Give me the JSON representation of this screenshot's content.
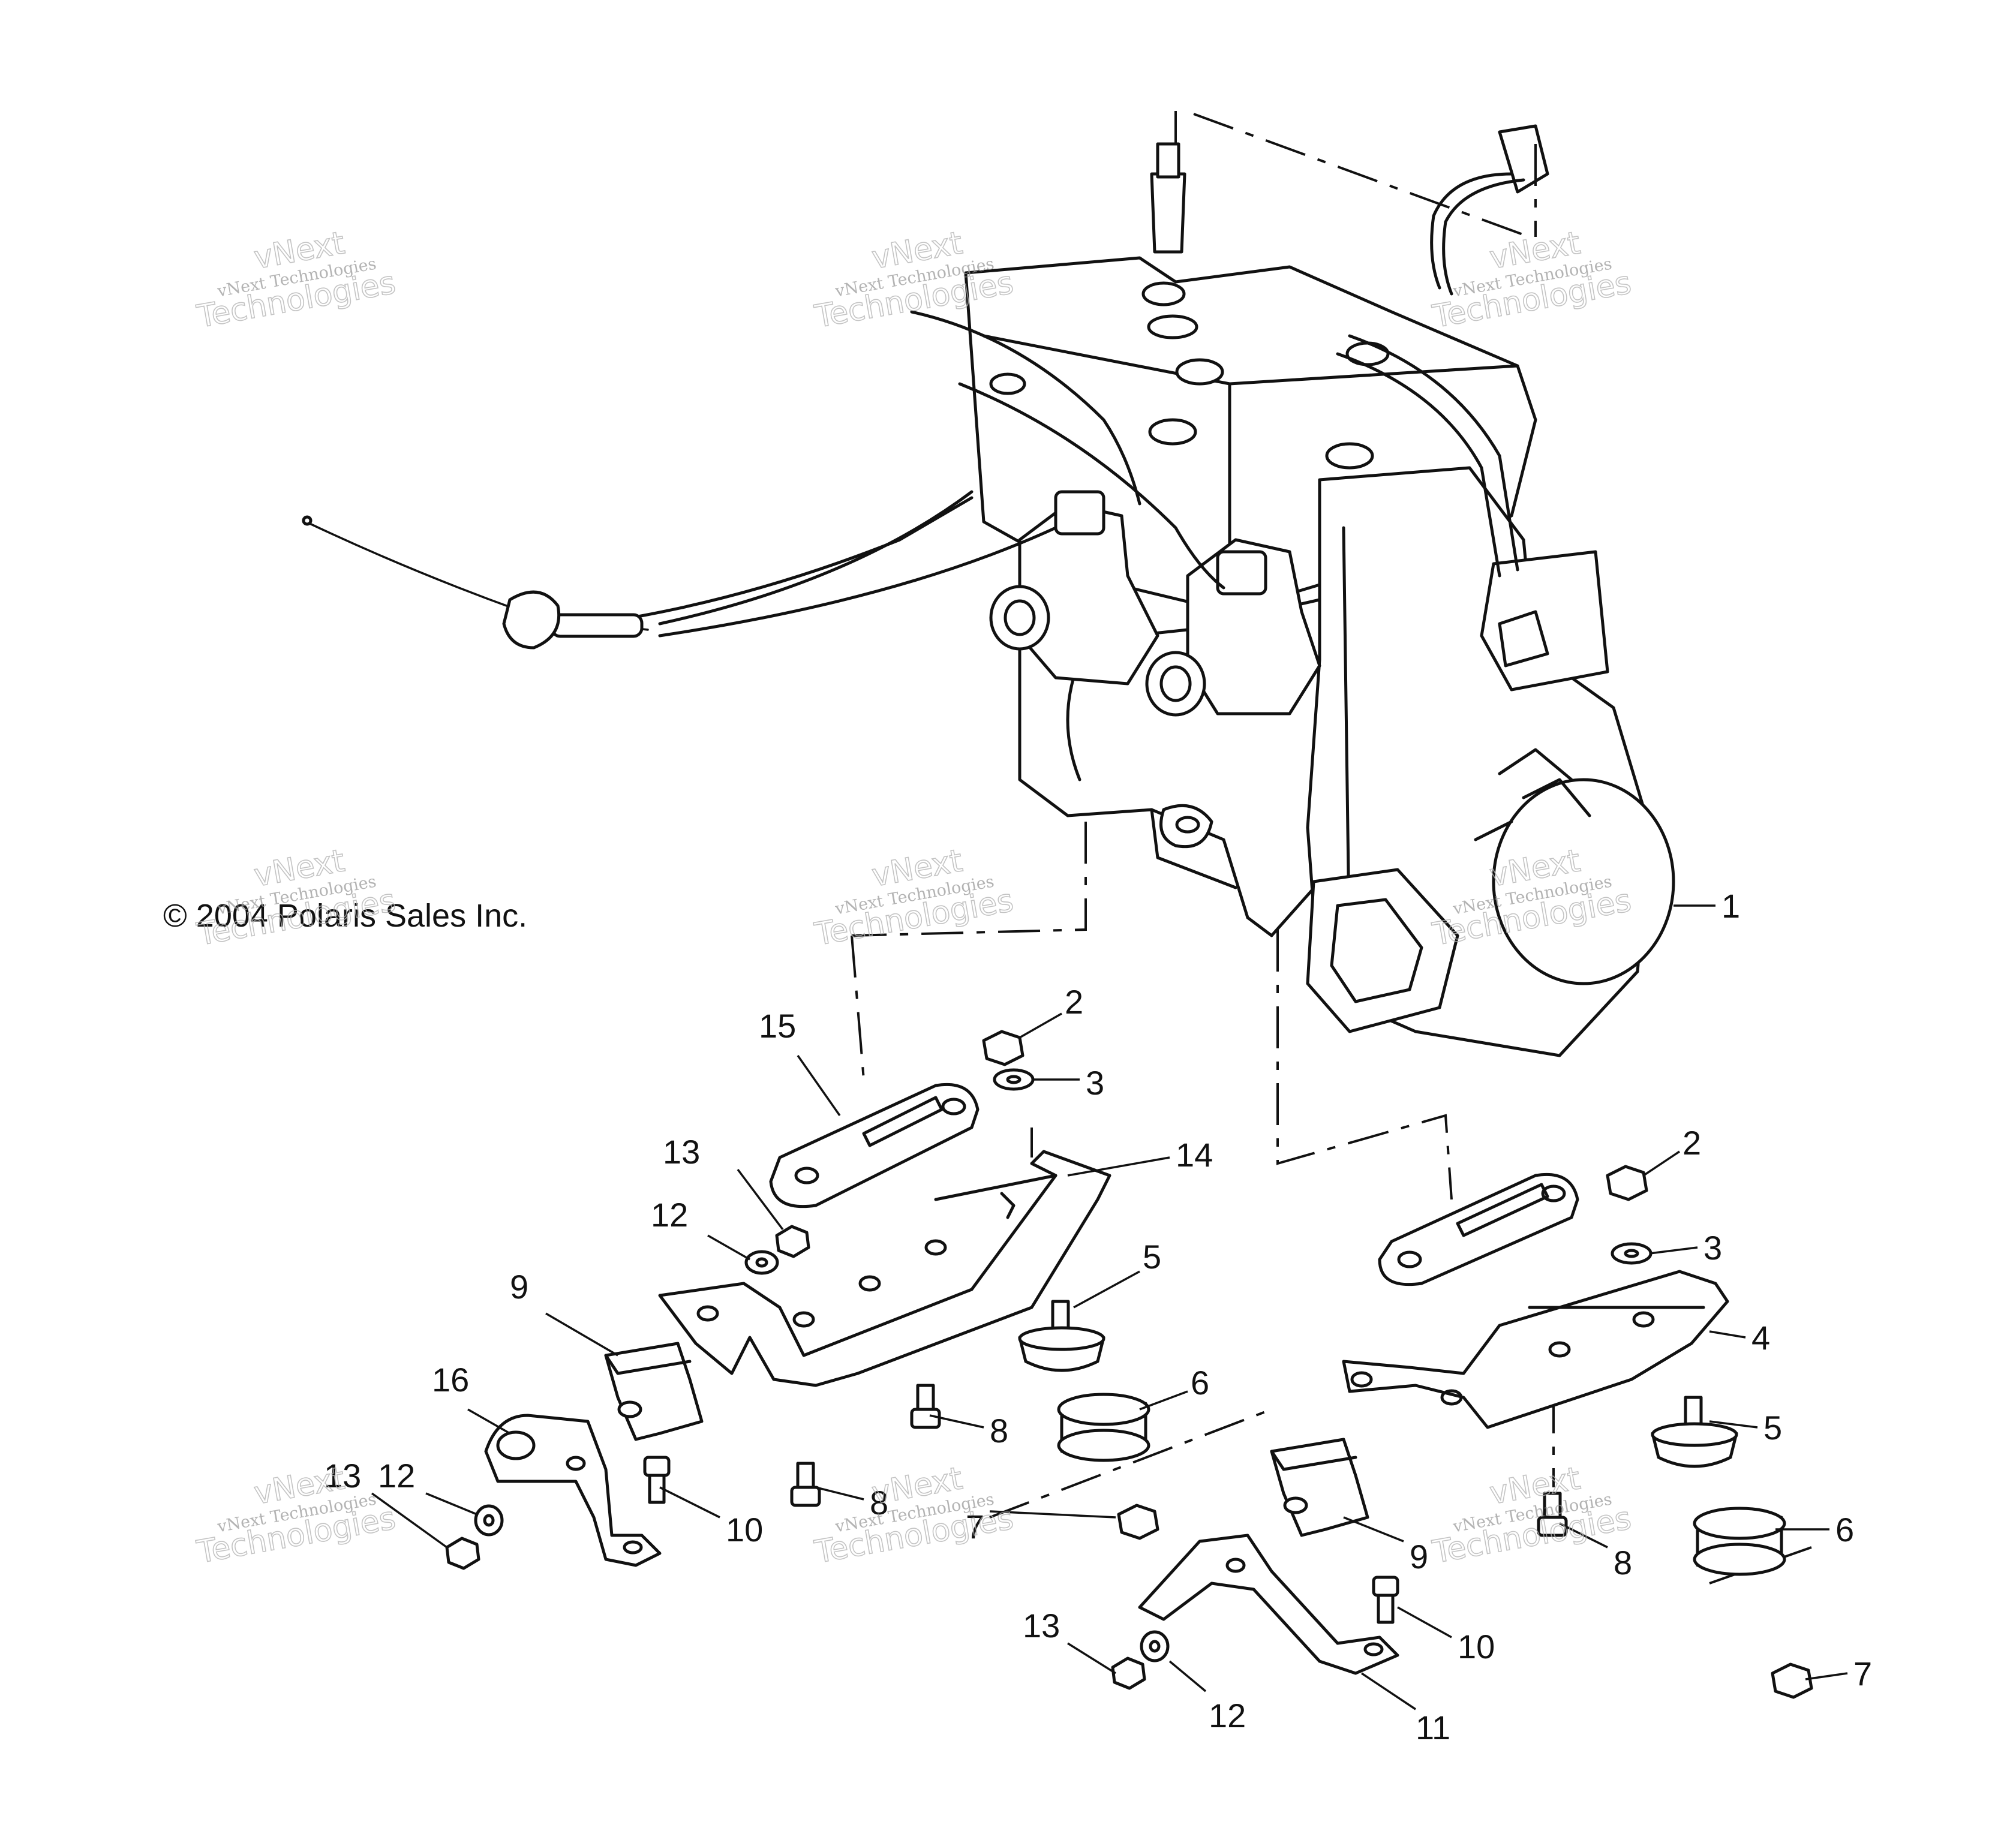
{
  "copyright": "© 2004 Polaris Sales Inc.",
  "watermark": {
    "line1": "vNext Technologies",
    "line2": "vNext",
    "line3": "Technologies"
  },
  "callouts": {
    "c1": "1",
    "c2a": "2",
    "c2b": "2",
    "c3a": "3",
    "c3b": "3",
    "c4": "4",
    "c5a": "5",
    "c5b": "5",
    "c6a": "6",
    "c6b": "6",
    "c7a": "7",
    "c7b": "7",
    "c8a": "8",
    "c8b": "8",
    "c8c": "8",
    "c9a": "9",
    "c9b": "9",
    "c10a": "10",
    "c10b": "10",
    "c11": "11",
    "c12a": "12",
    "c12b": "12",
    "c12c": "12",
    "c13a": "13",
    "c13b": "13",
    "c13c": "13",
    "c14": "14",
    "c15": "15",
    "c16": "16"
  },
  "colors": {
    "ink": "#111111",
    "background": "#ffffff",
    "watermark": "#9a9a9a"
  }
}
